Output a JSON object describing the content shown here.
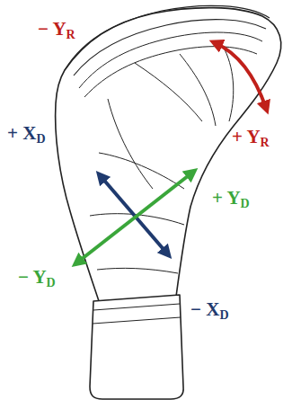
{
  "diagram": {
    "labels": [
      "− YR",
      "+ XD",
      "+ YR",
      "+ YD",
      "− YD",
      "− XD"
    ]
  }
}
